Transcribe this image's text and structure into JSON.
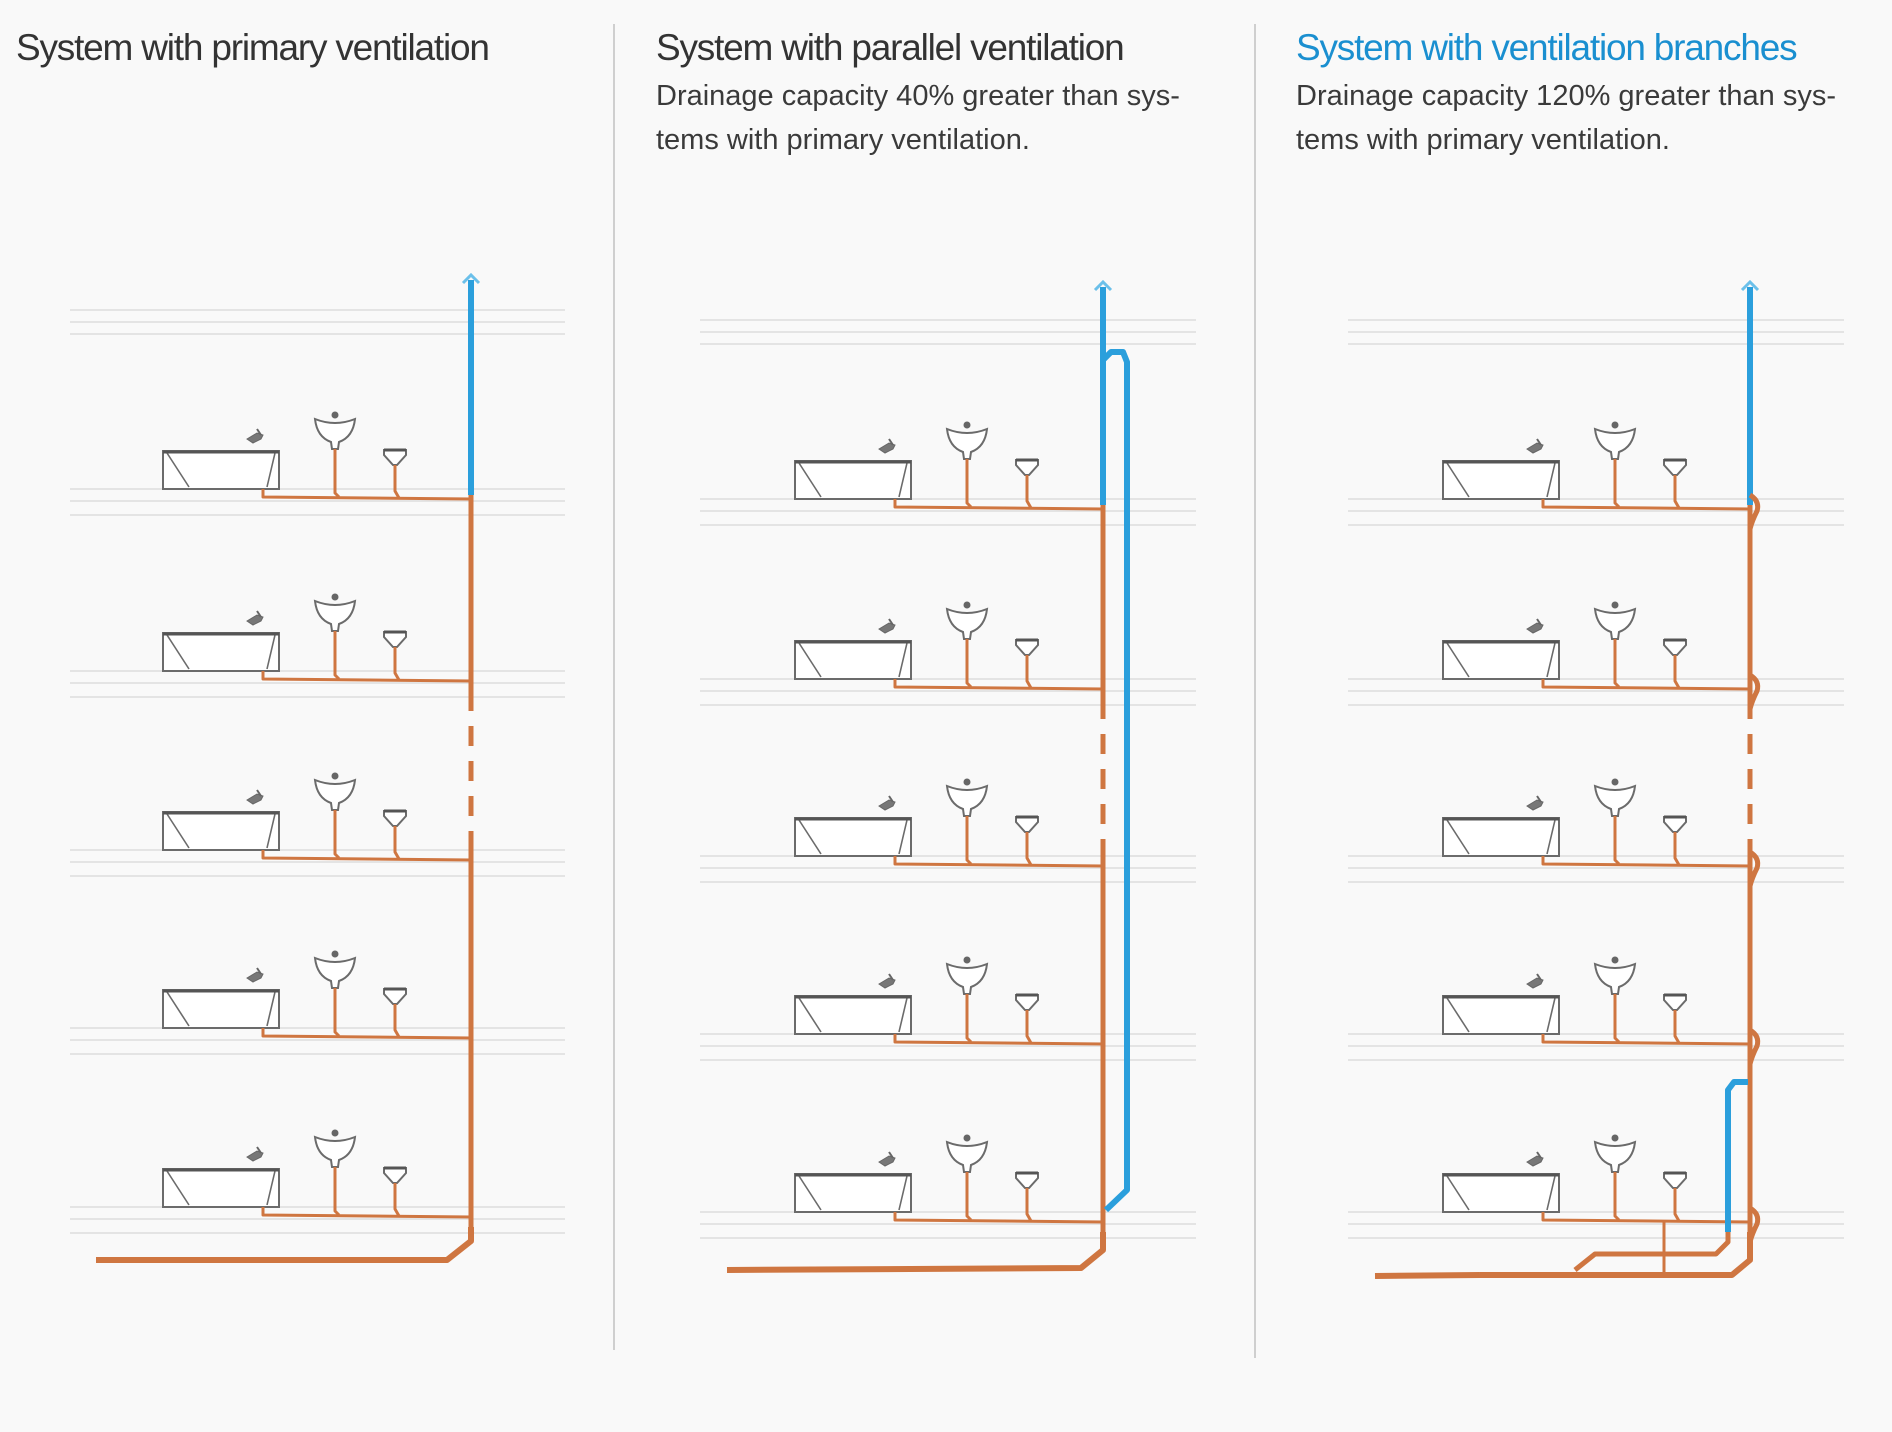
{
  "colors": {
    "drainage_pipe": "#cf7641",
    "ventilation_pipe": "#2b9fdc",
    "title_accent": "#1a8fd0",
    "floor_line": "#e4e4e4",
    "fixture_outline": "#6b6b6b"
  },
  "panels": [
    {
      "title": "System with primary ventilation",
      "description": "",
      "highlighted": false,
      "ventilation": "primary"
    },
    {
      "title": "System with parallel ventilation",
      "description": "Drainage capacity 40% greater than sys-tems with primary ventilation.",
      "description_lines": [
        "Drainage capacity 40% greater than sys-",
        "tems with primary ventilation."
      ],
      "highlighted": false,
      "ventilation": "parallel",
      "capacity_increase_percent": 40
    },
    {
      "title": "System with ventilation branches",
      "description": "Drainage capacity 120% greater than sys-tems with primary ventilation.",
      "description_lines": [
        "Drainage capacity 120% greater than sys-",
        "tems with primary ventilation."
      ],
      "highlighted": true,
      "ventilation": "branches",
      "capacity_increase_percent": 120
    }
  ],
  "floors_per_system": 5,
  "fixtures_per_floor": [
    "bathtub",
    "washbasin",
    "toilet"
  ],
  "legend_semantics": {
    "orange": "drainage pipe",
    "blue": "ventilation pipe",
    "arrow": "vent to outside air",
    "dashed_segment": "omitted intermediate floors"
  }
}
